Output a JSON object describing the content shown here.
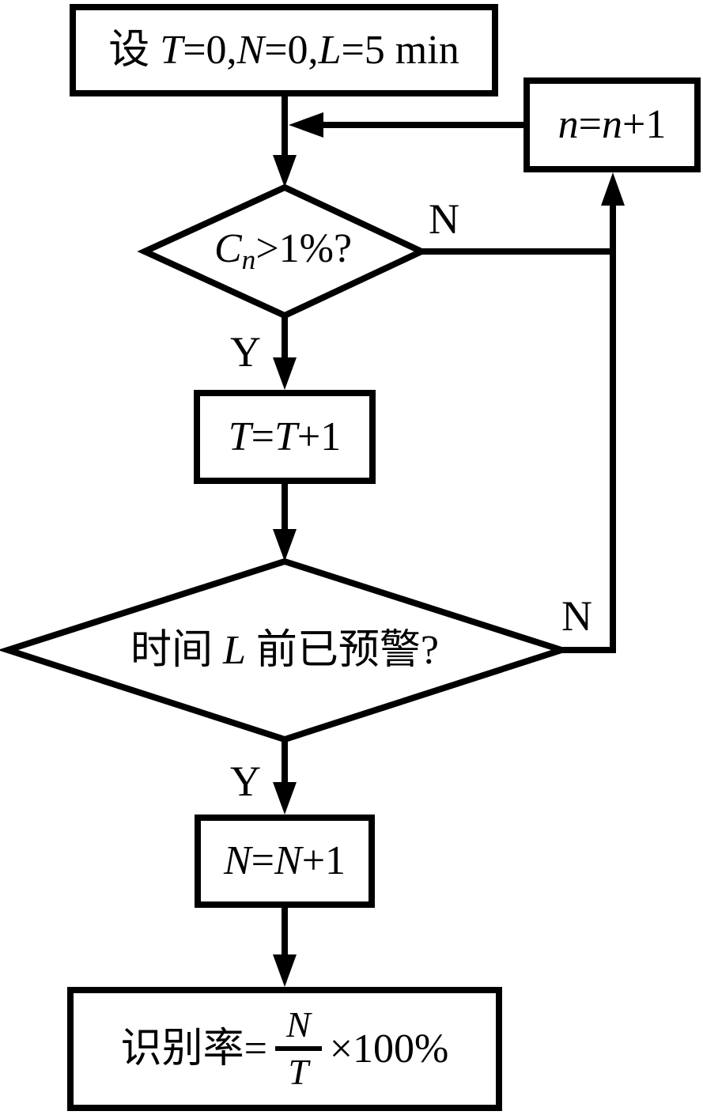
{
  "diagram_type": "flowchart",
  "colors": {
    "stroke": "#000000",
    "background": "#ffffff",
    "text": "#000000"
  },
  "nodes": {
    "init": {
      "cjk": "设 ",
      "v1": "T",
      "m1": "=0,",
      "v2": "N",
      "m2": "=0,",
      "v3": "L",
      "m3": "=5 min"
    },
    "cn_decision": {
      "v": "C",
      "sub": "n",
      "rest": ">1%?"
    },
    "increment_n": {
      "v1": "n",
      "m1": "=",
      "v2": "n",
      "m2": "+1"
    },
    "increment_T": {
      "v1": "T",
      "m1": "=",
      "v2": "T",
      "m2": "+1"
    },
    "warn_decision": {
      "pre": "时间 ",
      "v": "L",
      "post": " 前已预警?"
    },
    "increment_N": {
      "v1": "N",
      "m1": "=",
      "v2": "N",
      "m2": "+1"
    },
    "result": {
      "label": "识别率",
      "eq": "=",
      "numerator": "N",
      "denominator": "T",
      "suffix": "×100%"
    }
  },
  "edge_labels": {
    "cn_no": "N",
    "cn_yes": "Y",
    "warn_no": "N",
    "warn_yes": "Y"
  }
}
